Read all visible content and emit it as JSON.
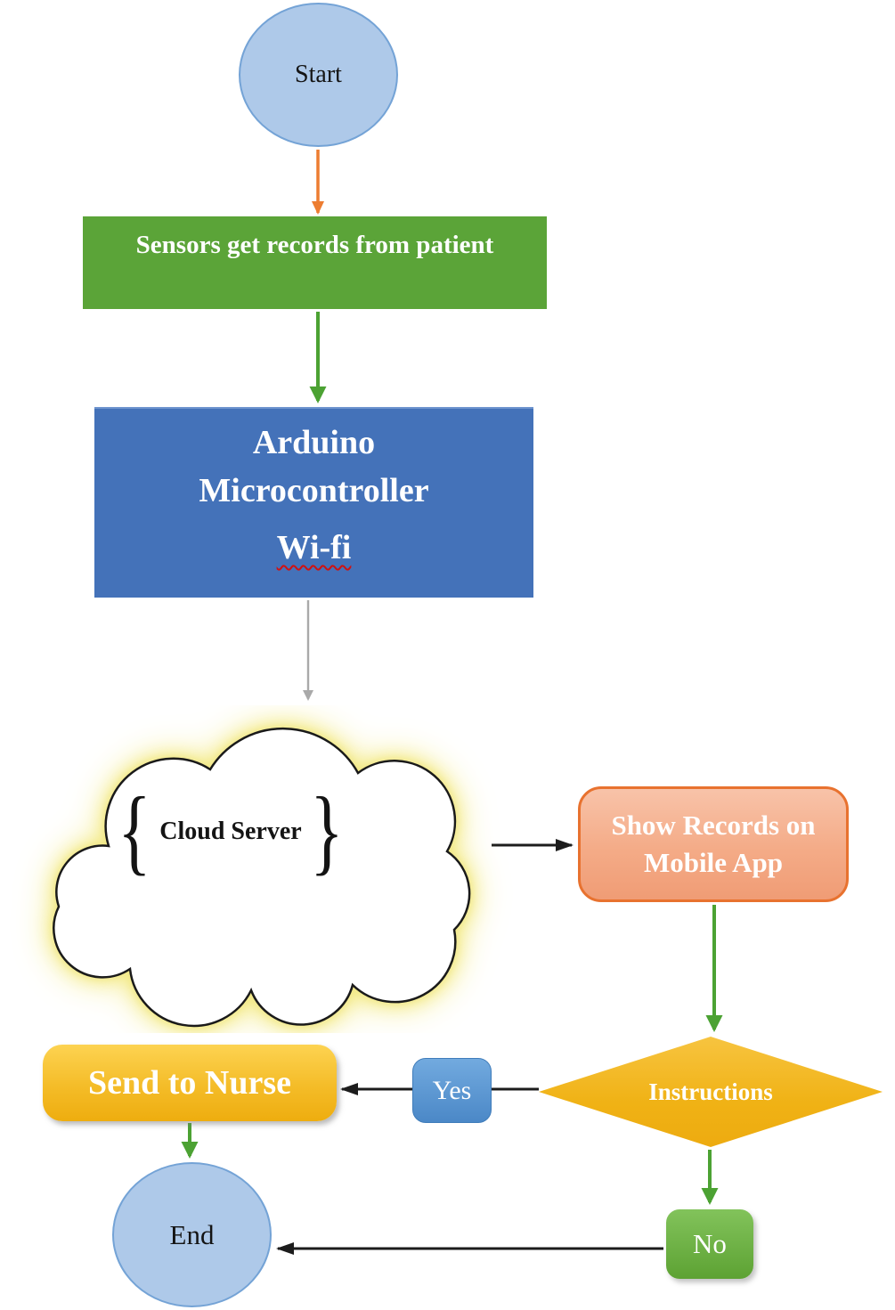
{
  "nodes": {
    "start": {
      "label": "Start",
      "fill": "#aec9e9",
      "border": "#74a3d6",
      "shape": "ellipse"
    },
    "sensors": {
      "label": "Sensors get records from patient",
      "fill": "#5ba438",
      "shape": "rectangle"
    },
    "arduino": {
      "lines": [
        "Arduino",
        "Microcontroller"
      ],
      "wifi": "Wi-fi",
      "fill": "#4472b9",
      "shape": "rectangle",
      "wifi_underline": "#d01111"
    },
    "cloud": {
      "label": "Cloud Server",
      "brace_left": "{",
      "brace_right": "}",
      "fill": "#ffffff",
      "outline": "#1a1a1a",
      "glow": "#f2e87f",
      "shape": "cloud"
    },
    "show_records": {
      "label": "Show Records on Mobile App",
      "fill": "#f4ab87",
      "border": "#e8722f",
      "shape": "rounded-rectangle"
    },
    "instructions": {
      "label": "Instructions",
      "fill": "#f0b215",
      "shape": "diamond"
    },
    "yes": {
      "label": "Yes",
      "fill": "#5b98d4",
      "shape": "rounded-rectangle"
    },
    "send_nurse": {
      "label": "Send to Nurse",
      "fill": "#f4bc28",
      "shape": "rounded-rectangle"
    },
    "end": {
      "label": "End",
      "fill": "#aec9e9",
      "border": "#74a3d6",
      "shape": "ellipse"
    },
    "no": {
      "label": "No",
      "fill": "#6cb243",
      "shape": "rounded-rectangle"
    }
  },
  "edges": [
    {
      "from": "start",
      "to": "sensors",
      "color": "#ed7d31"
    },
    {
      "from": "sensors",
      "to": "arduino",
      "color": "#4ca233"
    },
    {
      "from": "arduino",
      "to": "cloud",
      "color": "#a9a9a9"
    },
    {
      "from": "cloud",
      "to": "show_records",
      "color": "#1c1c1c"
    },
    {
      "from": "show_records",
      "to": "instructions",
      "color": "#4ca233"
    },
    {
      "from": "instructions",
      "to": "send_nurse",
      "via": "yes",
      "color": "#1c1c1c"
    },
    {
      "from": "send_nurse",
      "to": "end",
      "color": "#4ca233"
    },
    {
      "from": "instructions",
      "to": "no",
      "color": "#4ca233"
    },
    {
      "from": "no",
      "to": "end",
      "color": "#1c1c1c"
    }
  ],
  "colors": {
    "arrow_orange": "#ed7d31",
    "arrow_green": "#4ca233",
    "arrow_gray": "#a9a9a9",
    "arrow_black": "#1c1c1c",
    "background": "#ffffff"
  }
}
